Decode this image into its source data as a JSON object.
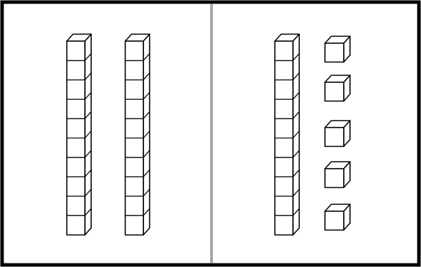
{
  "figure": {
    "description_free": true,
    "colors": {
      "border": "#000000",
      "divider": "#a6a6a6",
      "block_stroke": "#000000",
      "block_fill": "#ffffff",
      "background": "#ffffff"
    },
    "panels": [
      {
        "id": "left",
        "tens_rods": 2,
        "units_per_rod": 10,
        "ones_cubes": 0
      },
      {
        "id": "right",
        "tens_rods": 1,
        "units_per_rod": 10,
        "ones_cubes": 5
      }
    ]
  }
}
